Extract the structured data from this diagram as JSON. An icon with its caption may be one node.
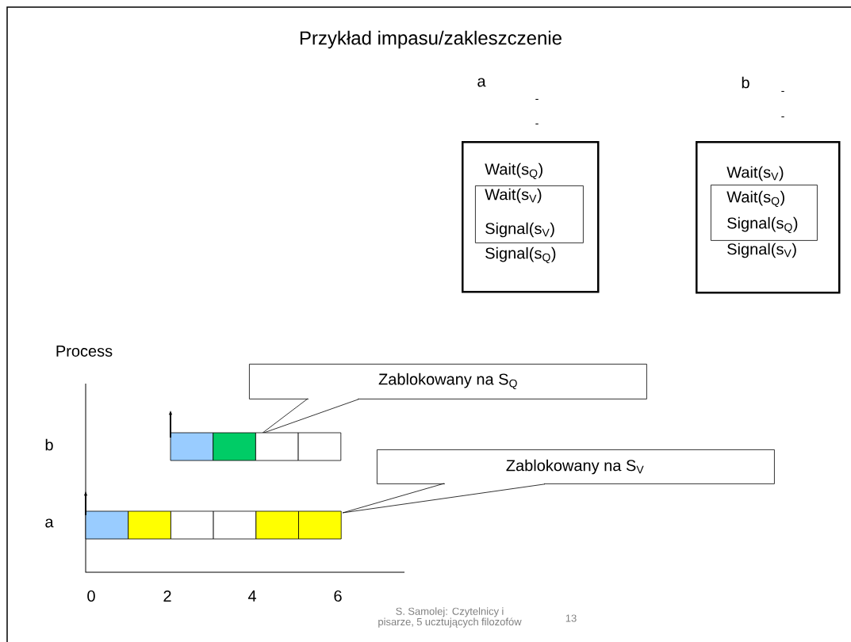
{
  "diagram": {
    "title": "Przykład impasu/zakleszczenie",
    "nodes": [
      {
        "text": [
          "a",
          "Wait(s$_{Q}$)",
          "Signal(s$_{Q}$)"
        ]
      },
      {
        "text": [
          "Wait(s$_{V}$)",
          "Signal(s$_{V}$)"
        ],
        "in": 0
      },
      {
        "text": [
          "b",
          "Wait(s$_{V}$)",
          "Signal(s$_{V}$)"
        ]
      },
      {
        "text": [
          "Wait(s$_{Q}$)",
          "Signal(s$_{Q}$)"
        ],
        "in": 2
      },
      {
        "text": [
          "Zablokowany na S$_{Q}$"
        ]
      },
      {
        "text": [
          "Zablokowany na S$_{V}$"
        ]
      }
    ],
    "edges": [
      {
        "from": 4,
        "to": null,
        "arrow": "none"
      },
      {
        "from": 5,
        "to": null,
        "arrow": "none"
      }
    ],
    "labels": [
      "-",
      "-",
      "-",
      "-",
      "Process",
      "b",
      "a",
      "0",
      "2",
      "4",
      "6",
      "S. Samolej: Czytelnicy i pisarze, 5 ucztujących filozofów",
      "13"
    ]
  }
}
